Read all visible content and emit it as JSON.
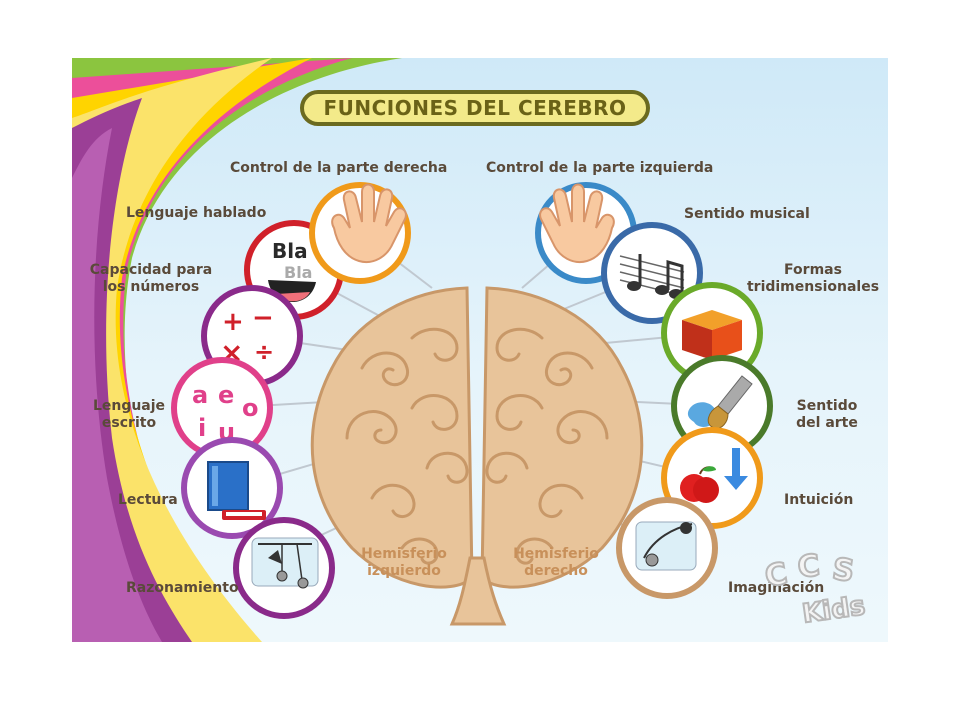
{
  "title": "FUNCIONES DEL CEREBRO",
  "labels": {
    "control_derecha": "Control de la parte derecha",
    "control_izquierda": "Control de la parte izquierda",
    "lenguaje_hablado": "Lenguaje hablado",
    "capacidad_numeros_1": "Capacidad para",
    "capacidad_numeros_2": "los números",
    "lenguaje_escrito_1": "Lenguaje",
    "lenguaje_escrito_2": "escrito",
    "lectura": "Lectura",
    "razonamiento": "Razonamiento",
    "sentido_musical": "Sentido musical",
    "formas_1": "Formas",
    "formas_2": "tridimensionales",
    "sentido_arte_1": "Sentido",
    "sentido_arte_2": "del arte",
    "intuicion": "Intuición",
    "imaginacion": "Imaginación"
  },
  "hemispheres": {
    "left_1": "Hemisferio",
    "left_2": "izquierdo",
    "right_1": "Hemisferio",
    "right_2": "derecho"
  },
  "icon_text": {
    "bla_1": "Bla",
    "bla_2": "Bla",
    "vowels": [
      "a",
      "e",
      "o",
      "i",
      "u"
    ]
  },
  "logo_text": "C.C.S. Kids",
  "colors": {
    "title_fill": "#f3ea8a",
    "title_border": "#6b6a1f",
    "brain": "#e8c49a",
    "brain_swirl": "#c89868",
    "ring_red": "#d0202a",
    "ring_purple": "#8a2a8a",
    "ring_pink": "#e0408a",
    "ring_violet": "#9a4ab0",
    "ring_orange": "#f09a1a",
    "ring_blue": "#3a6aa8",
    "ring_green": "#6aaa2a",
    "ring_brown": "#8a6a2a"
  }
}
